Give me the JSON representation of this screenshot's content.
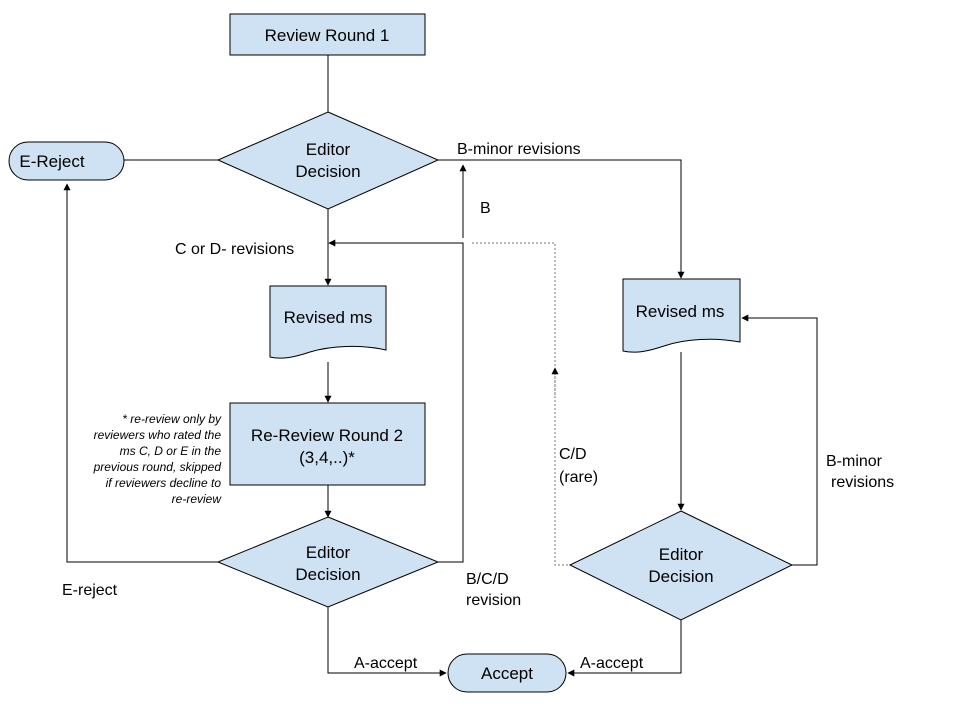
{
  "nodes": {
    "review_round_1": "Review Round 1",
    "editor_decision_1": [
      "Editor",
      "Decision"
    ],
    "e_reject": "E-Reject",
    "revised_ms_left": "Revised ms",
    "re_review": [
      "Re-Review Round 2",
      "(3,4,..)*"
    ],
    "editor_decision_2": [
      "Editor",
      "Decision"
    ],
    "revised_ms_right": "Revised ms",
    "editor_decision_3": [
      "Editor",
      "Decision"
    ],
    "accept": "Accept"
  },
  "edges": {
    "b_minor_top": "B-minor revisions",
    "b": "B",
    "c_or_d": "C or D- revisions",
    "cd_rare": [
      "C/D",
      "(rare)"
    ],
    "b_minor_right": [
      "B-minor",
      "revisions"
    ],
    "e_reject_lower": "E-reject",
    "bcd_revision": [
      "B/C/D",
      "revision"
    ],
    "a_accept_left": "A-accept",
    "a_accept_right": "A-accept"
  },
  "note": [
    "* re-review only by",
    "reviewers who rated the",
    "ms C, D or E in the",
    "previous round, skipped",
    "if reviewers decline to",
    "re-review"
  ]
}
